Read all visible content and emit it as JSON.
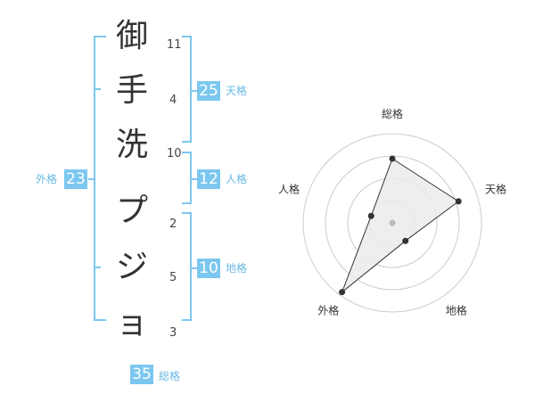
{
  "name": {
    "characters": [
      {
        "char": "御",
        "strokes": "11"
      },
      {
        "char": "手",
        "strokes": "4"
      },
      {
        "char": "洗",
        "strokes": "10"
      },
      {
        "char": "プ",
        "strokes": "2"
      },
      {
        "char": "ジ",
        "strokes": "5"
      },
      {
        "char": "ョ",
        "strokes": "3"
      }
    ]
  },
  "scores": {
    "tenkaku": {
      "value": "25",
      "label": "天格"
    },
    "jinkaku": {
      "value": "12",
      "label": "人格"
    },
    "chikaku": {
      "value": "10",
      "label": "地格"
    },
    "gaikaku": {
      "value": "23",
      "label": "外格"
    },
    "soukaku": {
      "value": "35",
      "label": "総格"
    }
  },
  "radar": {
    "axes": [
      "総格",
      "天格",
      "地格",
      "外格",
      "人格"
    ],
    "levels": 4,
    "values": [
      0.72,
      0.78,
      0.25,
      0.96,
      0.25
    ],
    "colors": {
      "ring": "#cccccc",
      "fill": "#ebebeb",
      "line": "#333333",
      "point": "#333333",
      "center": "#bbbbbb"
    }
  },
  "colors": {
    "accent": "#7cc7ef",
    "accent_text": "#69b9e4"
  }
}
